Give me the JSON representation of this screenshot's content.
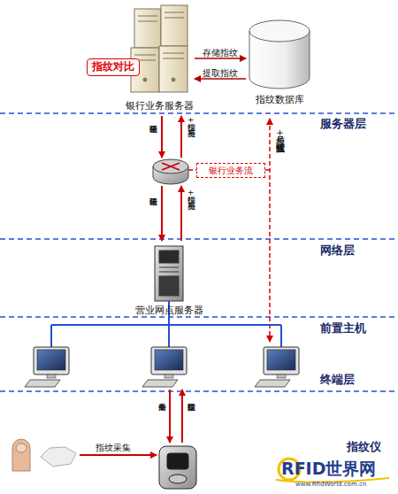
{
  "diagram": {
    "nodes": [
      {
        "text": [
          "银行业务服务器"
        ]
      },
      {
        "text": [
          "指纹数据库"
        ]
      },
      {
        "text": [
          "指纹对比"
        ]
      },
      {
        "text": [
          "银行业务流"
        ]
      },
      {
        "text": [
          "营业网点服务器"
        ]
      }
    ],
    "edges": [
      {
        "from": 0,
        "to": 1,
        "label": "存储指纹",
        "arrow": "to"
      },
      {
        "from": 1,
        "to": 0,
        "label": "提取指纹",
        "arrow": "to"
      }
    ],
    "labels": [
      "服务器层",
      "验证结果",
      "指纹+柜员号",
      "柜员号+指纹验证方式",
      "网络层",
      "验证结果",
      "指纹+柜员号",
      "前置主机",
      "终端层",
      "采集命令",
      "指纹提取",
      "指纹采集",
      "指纹仪",
      "RFID世界网",
      "www.RfidWorld.com.cn"
    ]
  }
}
